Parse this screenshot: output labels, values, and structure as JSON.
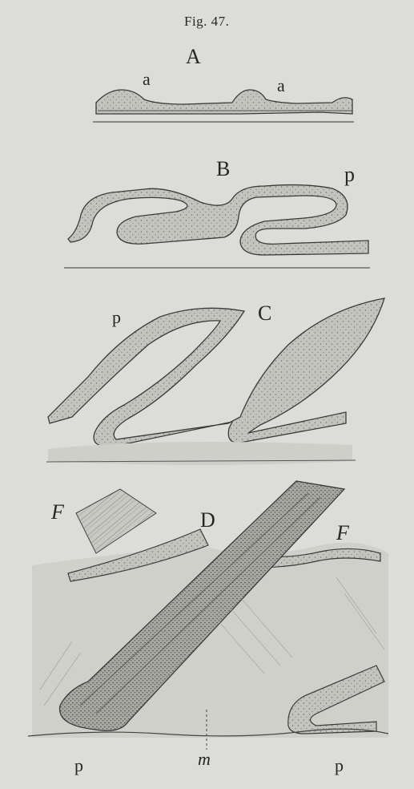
{
  "figure": {
    "caption": "Fig. 47.",
    "panels": {
      "A": {
        "letter": "A",
        "labels": [
          "a",
          "a"
        ]
      },
      "B": {
        "letter": "B",
        "labels": [
          "p"
        ]
      },
      "C": {
        "letter": "C",
        "labels": [
          "p"
        ]
      },
      "D": {
        "letter": "D",
        "labels": [
          "F",
          "F",
          "m",
          "p",
          "p"
        ]
      }
    }
  },
  "colors": {
    "paper": "#dcdcd9",
    "tissue": "#bdbdb8",
    "stroke": "#3a3a3a"
  }
}
